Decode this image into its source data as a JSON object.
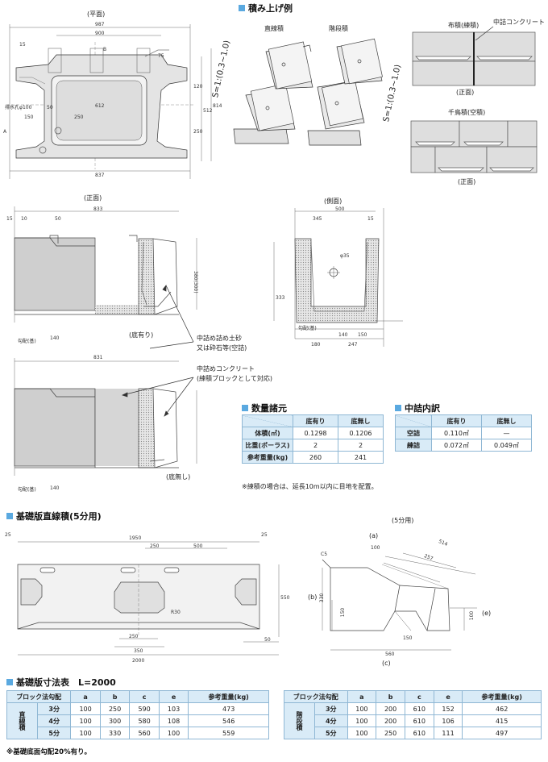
{
  "top": {
    "plan_title": "(平面)",
    "stacking_title": "積み上げ例",
    "straight_label": "直線積",
    "stepped_label": "階段積",
    "slope_label": "S=1:(0.3~1.0)",
    "nuno_label": "布積(練積)",
    "fill_concrete_label": "中詰コンクリート",
    "front_label": "(正面)",
    "chidori_label": "千鳥積(空積)",
    "plan_dims": {
      "d1": "987",
      "d2": "900",
      "d3": "B",
      "d4": "612",
      "d5": "512",
      "d6": "814",
      "d7": "837",
      "d8": "150",
      "d9": "250",
      "d10": "120",
      "d11": "250",
      "d12": "排水孔φ100",
      "d13": "75",
      "d14": "50",
      "d15": "15",
      "d16": "A"
    }
  },
  "middle": {
    "front_title": "(正面)",
    "side_title": "(側面)",
    "bottom_yes": "(底有り)",
    "bottom_no": "(底無し)",
    "fill_soil": "中詰め詰め土砂\n又は砕石等(空詰)",
    "fill_conc": "中詰めコンクリート\n(練積ブロックとして対応)",
    "dims": {
      "f1": "833",
      "f2": "831",
      "f3": "50",
      "f4": "10",
      "f5": "15",
      "f6": "380(300)",
      "f7": "140",
      "f8": "勾配(基)",
      "s1": "500",
      "s2": "345",
      "s3": "15",
      "s4": "φ35",
      "s5": "333",
      "s6": "247",
      "s7": "180",
      "s8": "140",
      "s9": "150"
    }
  },
  "qty_table": {
    "title": "数量諸元",
    "headers": [
      "",
      "底有り",
      "底無し"
    ],
    "rows": [
      [
        "体積(㎥)",
        "0.1298",
        "0.1206"
      ],
      [
        "比重(ポーラス)",
        "2",
        "2"
      ],
      [
        "参考重量(kg)",
        "260",
        "241"
      ]
    ]
  },
  "fill_table": {
    "title": "中詰内訳",
    "headers": [
      "",
      "底有り",
      "底無し"
    ],
    "rows": [
      [
        "空詰",
        "0.110㎥",
        "—"
      ],
      [
        "練詰",
        "0.072㎥",
        "0.049㎥"
      ]
    ]
  },
  "note1": "※練積の場合は、延長10m以内に目地を配置。",
  "base": {
    "title": "基礎版直線積(5分用)",
    "subtitle": "(5分用)",
    "dims": {
      "b1": "1950",
      "b2": "25",
      "b3": "250",
      "b4": "500",
      "b5": "R30",
      "b6": "550",
      "b7": "250",
      "b8": "350",
      "b9": "50",
      "b10": "2000",
      "c1": "514",
      "c2": "257",
      "c3": "100",
      "c4": "330",
      "c5": "150",
      "c6": "150",
      "c7": "100",
      "c8": "560",
      "c9": "C5"
    },
    "letters": {
      "a": "(a)",
      "b": "(b)",
      "c": "(c)",
      "e": "(e)"
    }
  },
  "size_table_title": "基礎版寸法表　L=2000",
  "size_left": {
    "headers": [
      "ブロック法勾配",
      "a",
      "b",
      "c",
      "e",
      "参考重量(kg)"
    ],
    "group": "直線積",
    "rows": [
      [
        "3分",
        "100",
        "250",
        "590",
        "103",
        "473"
      ],
      [
        "4分",
        "100",
        "300",
        "580",
        "108",
        "546"
      ],
      [
        "5分",
        "100",
        "330",
        "560",
        "100",
        "559"
      ]
    ]
  },
  "size_right": {
    "headers": [
      "ブロック法勾配",
      "a",
      "b",
      "c",
      "e",
      "参考重量(kg)"
    ],
    "group": "階段積",
    "rows": [
      [
        "3分",
        "100",
        "200",
        "610",
        "152",
        "462"
      ],
      [
        "4分",
        "100",
        "200",
        "610",
        "106",
        "415"
      ],
      [
        "5分",
        "100",
        "250",
        "610",
        "111",
        "497"
      ]
    ]
  },
  "note2": "※基礎底面勾配20%有り。"
}
